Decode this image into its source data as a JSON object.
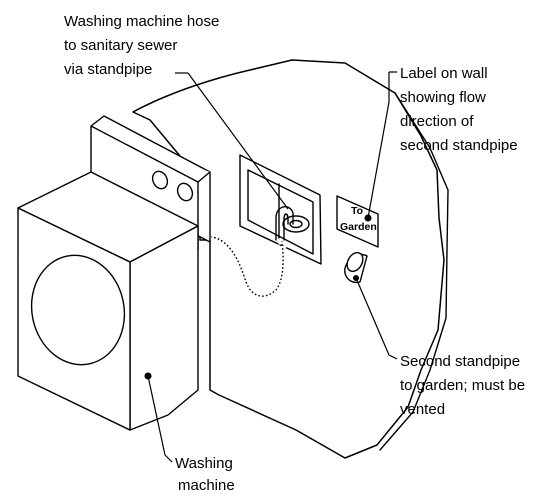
{
  "callouts": {
    "hose": [
      "Washing machine hose",
      "to sanitary sewer",
      "via standpipe"
    ],
    "label_on_wall": [
      "Label on wall",
      "showing flow",
      "direction of",
      "second standpipe"
    ],
    "second_standpipe": [
      "Second standpipe",
      "to garden; must be",
      "vented"
    ],
    "washing_machine": [
      "Washing",
      "machine"
    ]
  },
  "wall_sign": [
    "To",
    "Garden"
  ],
  "colors": {
    "ink": "#000000",
    "background": "#ffffff"
  }
}
